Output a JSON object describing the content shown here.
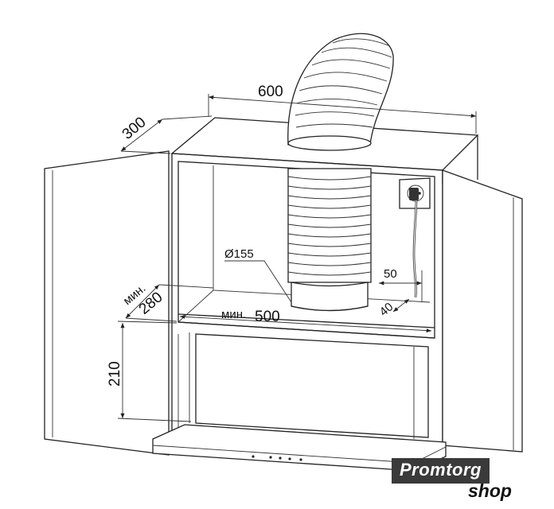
{
  "dimensions": {
    "width": "600",
    "depth": "300",
    "duct_diameter": "Ø155",
    "socket_offset": "50",
    "socket_depth": "40",
    "min_depth_prefix": "мин.",
    "min_depth": "280",
    "min_width_prefix": "мин.",
    "min_width": "500",
    "height": "210"
  },
  "logo": {
    "line1": "Promtorg",
    "line2": "shop"
  }
}
